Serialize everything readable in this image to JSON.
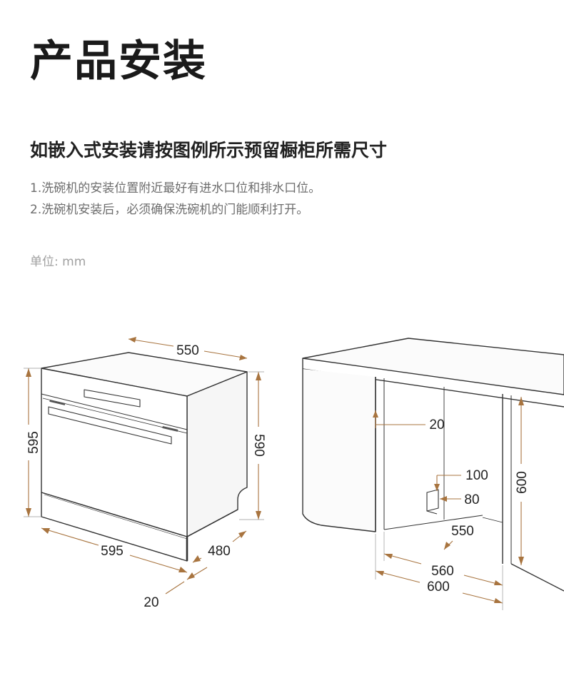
{
  "page": {
    "title": "产品安装",
    "subtitle": "如嵌入式安装请按图例所示预留橱柜所需尺寸",
    "notes": [
      "1.洗碗机的安装位置附近最好有进水口位和排水口位。",
      "2.洗碗机安装后，必须确保洗碗机的门能顺利打开。"
    ],
    "unit": "单位: mm"
  },
  "colors": {
    "title": "#1a1a1a",
    "note": "#6d6d6d",
    "unit": "#a0a0a0",
    "dimension_line": "#a8743f",
    "outline": "#333333"
  },
  "dishwasher_dimensions": {
    "width_top": "550",
    "height_left": "595",
    "height_right": "590",
    "width_bottom": "595",
    "depth": "480",
    "door_thickness": "20"
  },
  "cabinet_dimensions": {
    "side_gap": "20",
    "pipe_height": "100",
    "pipe_width": "80",
    "inner_depth": "550",
    "inner_width": "560",
    "outer_width": "600",
    "height": "600"
  }
}
